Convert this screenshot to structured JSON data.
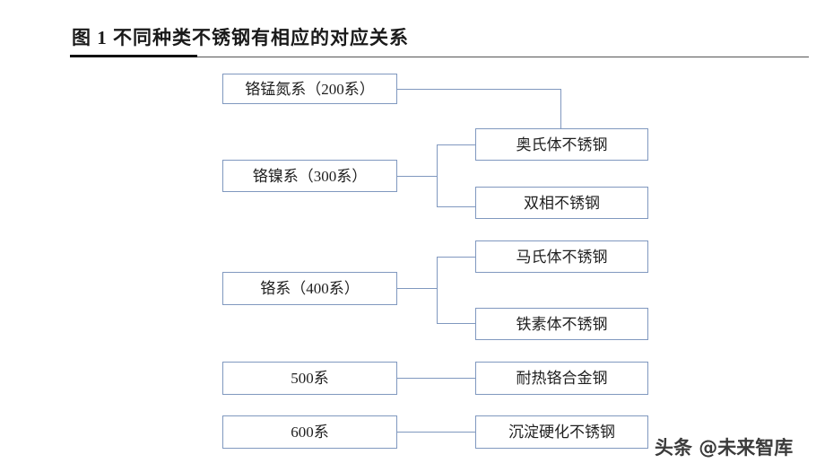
{
  "figure": {
    "title": "图 1 不同种类不锈钢有相应的对应关系",
    "watermark": "头条 @未来智库",
    "accent_color": "#8098bf",
    "text_color": "#1f1f1f",
    "background_color": "#ffffff"
  },
  "diagram": {
    "type": "mapping-tree",
    "left_nodes": [
      {
        "id": "s200",
        "label": "铬锰氮系（200系）"
      },
      {
        "id": "s300",
        "label": "铬镍系（300系）"
      },
      {
        "id": "s400",
        "label": "铬系（400系）"
      },
      {
        "id": "s500",
        "label": "500系"
      },
      {
        "id": "s600",
        "label": "600系"
      }
    ],
    "right_nodes": [
      {
        "id": "austenitic",
        "label": "奥氏体不锈钢"
      },
      {
        "id": "duplex",
        "label": "双相不锈钢"
      },
      {
        "id": "martensitic",
        "label": "马氏体不锈钢"
      },
      {
        "id": "ferritic",
        "label": "铁素体不锈钢"
      },
      {
        "id": "heatresist",
        "label": "耐热铬合金钢"
      },
      {
        "id": "phardened",
        "label": "沉淀硬化不锈钢"
      }
    ],
    "links": [
      {
        "from": "s200",
        "to": "austenitic"
      },
      {
        "from": "s300",
        "to": "austenitic"
      },
      {
        "from": "s300",
        "to": "duplex"
      },
      {
        "from": "s400",
        "to": "martensitic"
      },
      {
        "from": "s400",
        "to": "ferritic"
      },
      {
        "from": "s500",
        "to": "heatresist"
      },
      {
        "from": "s600",
        "to": "phardened"
      }
    ]
  }
}
